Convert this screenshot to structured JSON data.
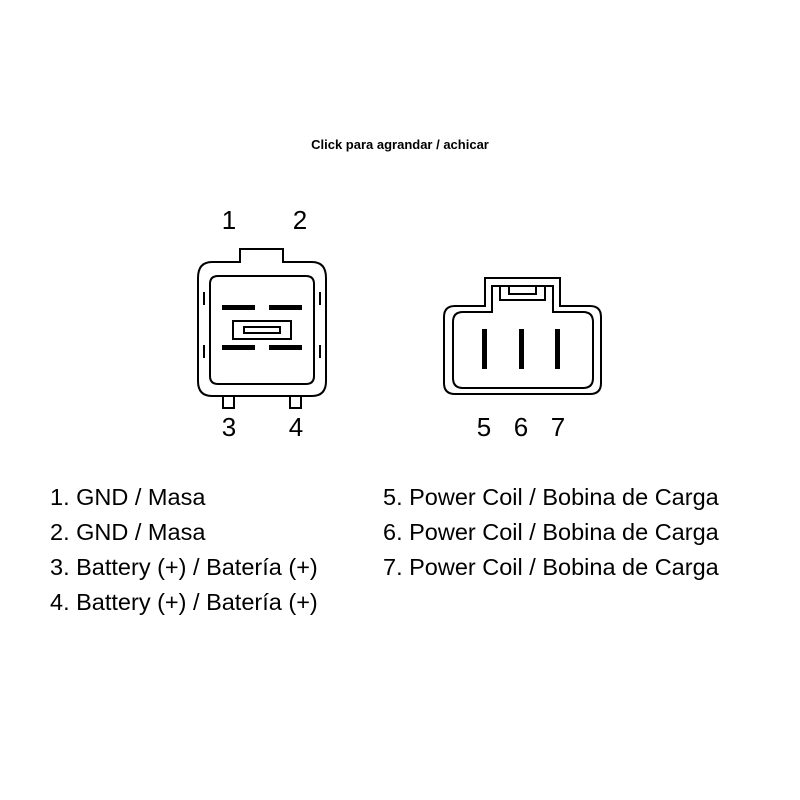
{
  "caption": "Click para agrandar / achicar",
  "connector_a": {
    "pins_top": [
      "1",
      "2"
    ],
    "pins_bottom": [
      "3",
      "4"
    ]
  },
  "connector_b": {
    "pins_bottom": [
      "5",
      "6",
      "7"
    ]
  },
  "legend_left": [
    "1. GND / Masa",
    "2. GND / Masa",
    "3. Battery (+) / Batería (+)",
    "4. Battery (+) / Batería (+)"
  ],
  "legend_right": [
    "5. Power Coil / Bobina de Carga",
    "6. Power Coil / Bobina de Carga",
    "7. Power Coil / Bobina de Carga"
  ]
}
